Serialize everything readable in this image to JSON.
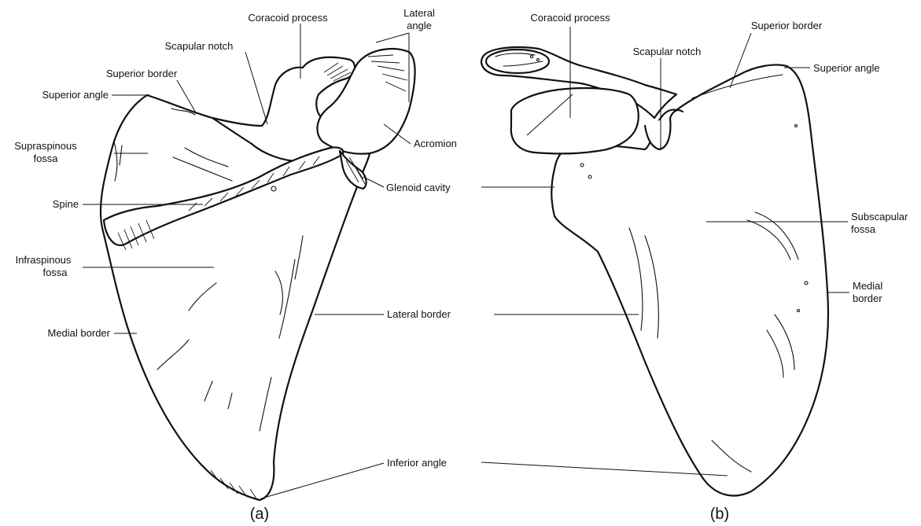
{
  "figure": {
    "panel_a": {
      "caption": "(a)",
      "labels": {
        "coracoid_process": "Coracoid process",
        "lateral_angle_1": "Lateral",
        "lateral_angle_2": "angle",
        "scapular_notch": "Scapular notch",
        "superior_border": "Superior border",
        "superior_angle": "Superior angle",
        "supraspinous_1": "Supraspinous",
        "supraspinous_2": "fossa",
        "spine": "Spine",
        "infraspinous_1": "Infraspinous",
        "infraspinous_2": "fossa",
        "medial_border": "Medial border",
        "acromion": "Acromion",
        "glenoid_cavity": "Glenoid cavity",
        "lateral_border": "Lateral border",
        "inferior_angle": "Inferior angle"
      }
    },
    "panel_b": {
      "caption": "(b)",
      "labels": {
        "coracoid_process": "Coracoid process",
        "scapular_notch": "Scapular notch",
        "superior_border": "Superior border",
        "superior_angle": "Superior angle",
        "subscapular_1": "Subscapular",
        "subscapular_2": "fossa",
        "medial_1": "Medial",
        "medial_2": "border"
      }
    }
  }
}
